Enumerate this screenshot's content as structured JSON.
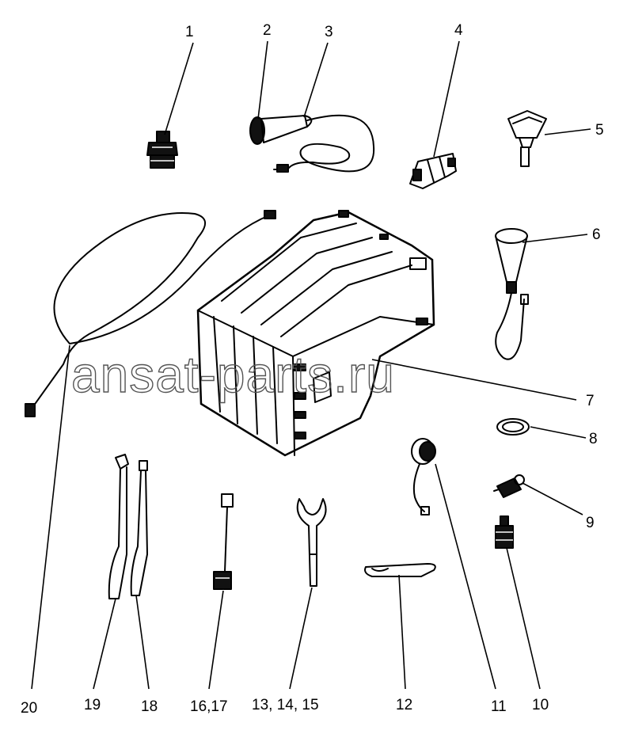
{
  "watermark": "ansat-parts.ru",
  "labels": {
    "l1": "1",
    "l2": "2",
    "l3": "3",
    "l4": "4",
    "l5": "5",
    "l6": "6",
    "l7": "7",
    "l8": "8",
    "l9": "9",
    "l10": "10",
    "l11": "11",
    "l12": "12",
    "l13_15": "13, 14, 15",
    "l16_17": "16,17",
    "l18": "18",
    "l19": "19",
    "l20": "20"
  }
}
